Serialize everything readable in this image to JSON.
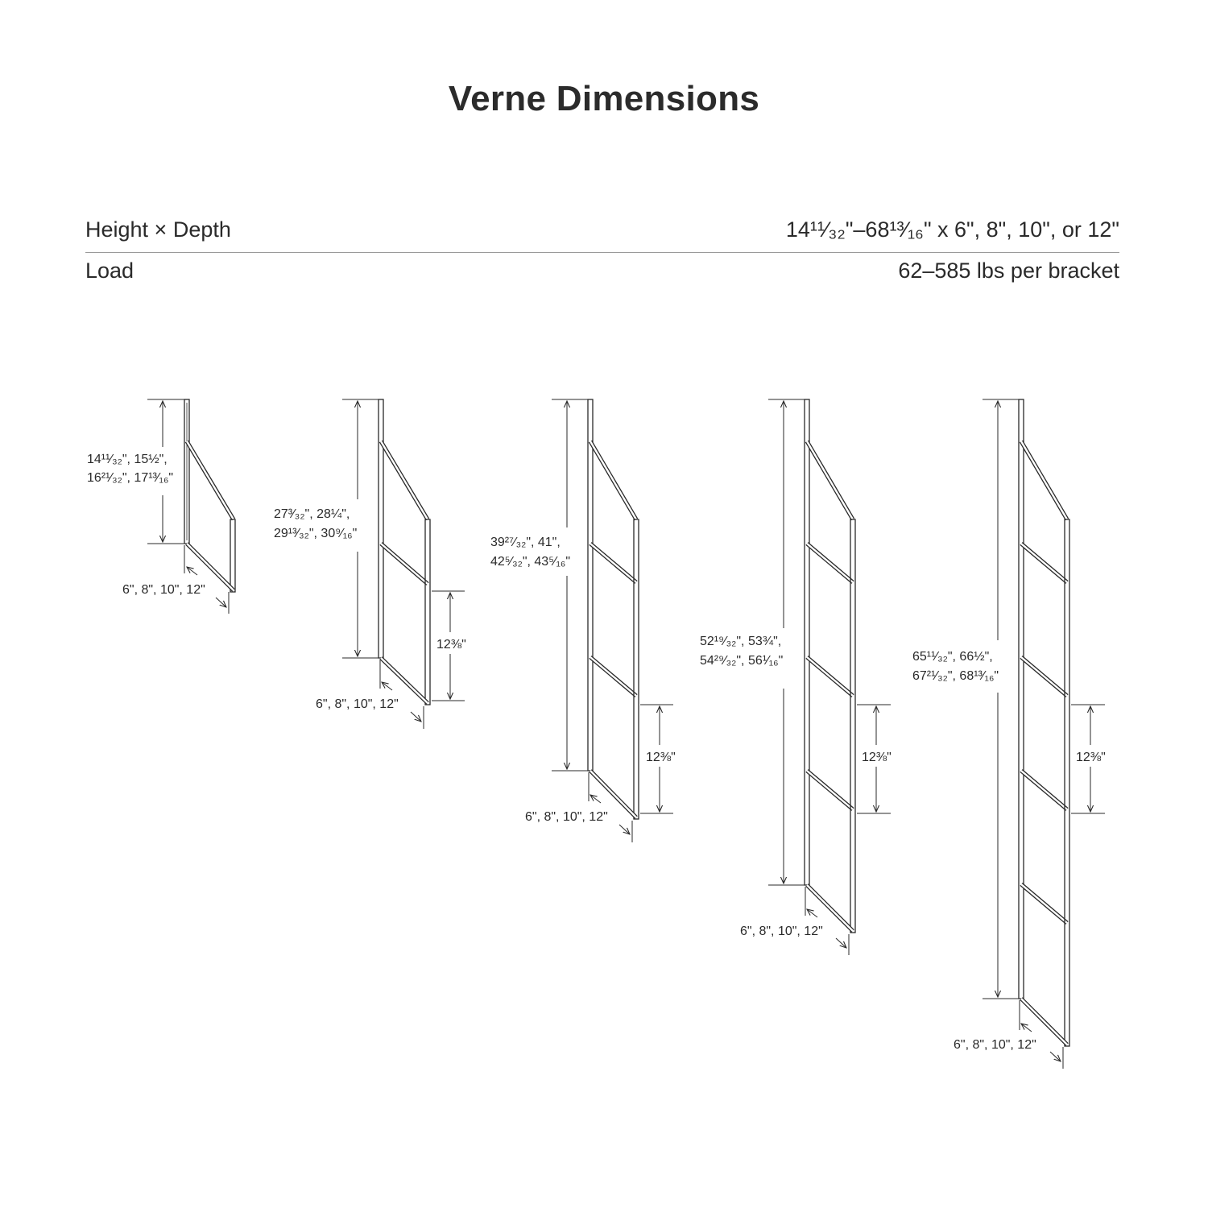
{
  "title": "Verne Dimensions",
  "specs": [
    {
      "label": "Height × Depth",
      "value": "14¹¹⁄₃₂\"–68¹³⁄₁₆\" x 6\", 8\", 10\", or 12\""
    },
    {
      "label": "Load",
      "value": "62–585 lbs per bracket"
    }
  ],
  "brackets": [
    {
      "height_line1": "14¹¹⁄₃₂\", 15½\",",
      "height_line2": "16²¹⁄₃₂\", 17¹³⁄₁₆\"",
      "depth": "6\", 8\", 10\", 12\"",
      "spacing": ""
    },
    {
      "height_line1": "27³⁄₃₂\", 28¼\",",
      "height_line2": "29¹³⁄₃₂\", 30⁹⁄₁₆\"",
      "depth": "6\", 8\", 10\", 12\"",
      "spacing": "12⅜\""
    },
    {
      "height_line1": "39²⁷⁄₃₂\", 41\",",
      "height_line2": "42⁵⁄₃₂\", 43⁵⁄₁₆\"",
      "depth": "6\", 8\", 10\", 12\"",
      "spacing": "12⅜\""
    },
    {
      "height_line1": "52¹⁹⁄₃₂\", 53¾\",",
      "height_line2": "54²⁹⁄₃₂\", 56¹⁄₁₆\"",
      "depth": "6\", 8\", 10\", 12\"",
      "spacing": "12⅜\""
    },
    {
      "height_line1": "65¹¹⁄₃₂\", 66½\",",
      "height_line2": "67²¹⁄₃₂\", 68¹³⁄₁₆\"",
      "depth": "6\", 8\", 10\", 12\"",
      "spacing": "12⅜\""
    }
  ],
  "colors": {
    "line": "#2a2a2a",
    "divider": "#9a9a9a",
    "background": "#ffffff"
  }
}
